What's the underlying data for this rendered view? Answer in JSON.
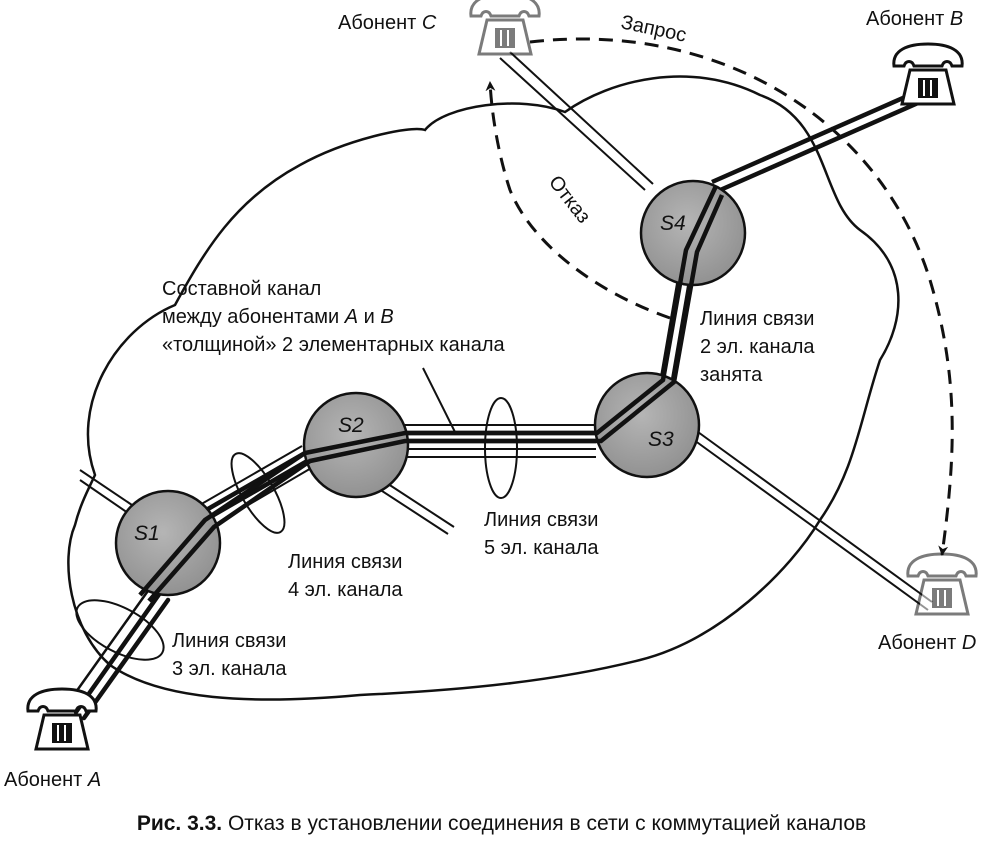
{
  "subscribers": {
    "a": {
      "prefix": "Абонент ",
      "letter": "A"
    },
    "b": {
      "prefix": "Абонент ",
      "letter": "B"
    },
    "c": {
      "prefix": "Абонент ",
      "letter": "C"
    },
    "d": {
      "prefix": "Абонент ",
      "letter": "D"
    }
  },
  "switches": [
    "S1",
    "S2",
    "S3",
    "S4"
  ],
  "arrows": {
    "request": "Запрос",
    "refusal": "Отказ"
  },
  "composite_channel": {
    "line1": "Составной канал",
    "line2_pre": "между абонентами ",
    "line2_a": "A",
    "line2_mid": " и ",
    "line2_b": "B",
    "line3": "«толщиной» 2 элементарных канала"
  },
  "links": {
    "l3": {
      "line1": "Линия связи",
      "line2": "3 эл. канала"
    },
    "l4": {
      "line1": "Линия связи",
      "line2": "4 эл. канала"
    },
    "l5": {
      "line1": "Линия связи",
      "line2": "5 эл. канала"
    },
    "l2": {
      "line1": "Линия связи",
      "line2": "2 эл. канала",
      "line3": "занята"
    }
  },
  "caption": {
    "number": "Рис. 3.3.",
    "text": " Отказ в установлении соединения в сети с коммутацией каналов"
  }
}
